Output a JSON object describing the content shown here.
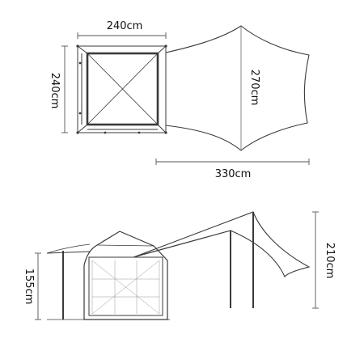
{
  "dimensions": {
    "top_width": "240cm",
    "top_depth": "240cm",
    "tarp_length": "270cm",
    "total_length": "330cm",
    "side_height_left": "155cm",
    "side_height_right": "210cm"
  },
  "colors": {
    "line": "#3a3a3a",
    "dim_line": "#555555",
    "text": "#111111"
  }
}
